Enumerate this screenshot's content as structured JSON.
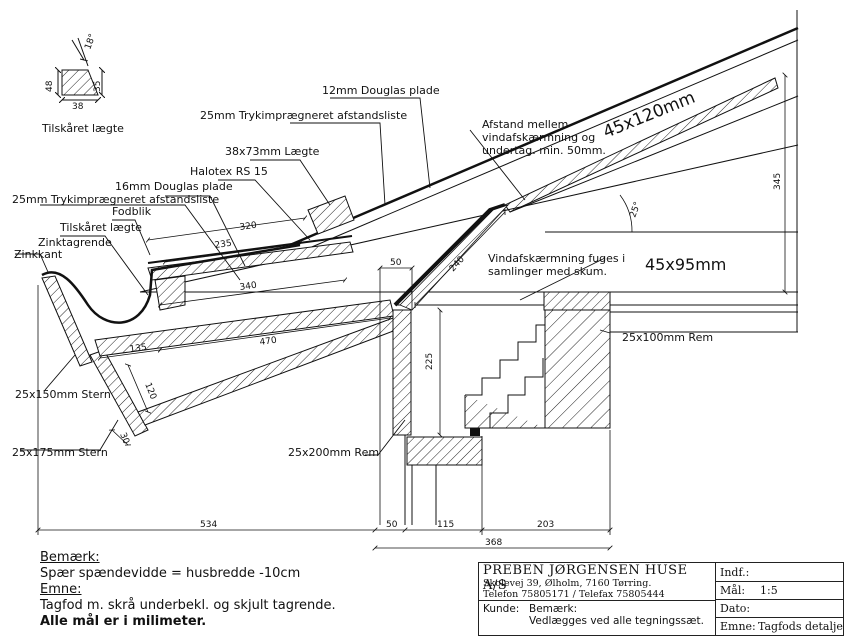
{
  "labels": {
    "cut_batten": "Tilskåret lægte",
    "douglas_12": "12mm Douglas plade",
    "spacer_25_top": "25mm Trykimprægneret afstandsliste",
    "batten_38x73": "38x73mm Lægte",
    "halotex": "Halotex RS 15",
    "douglas_16": "16mm Douglas plade",
    "spacer_25_low": "25mm Trykimprægneret afstandsliste",
    "fodblik": "Fodblik",
    "cut_batten_2": "Tilskåret lægte",
    "zinc_gutter": "Zinktagrende",
    "zinc_edge": "Zinkkant",
    "distance_note_1": "Afstand mellem",
    "distance_note_2": "vindafskærmning og",
    "distance_note_3": "undertag. min. 50mm.",
    "rafter_big": "45x120mm",
    "wind_note_1": "Vindafskærmning fuges i",
    "wind_note_2": "samlinger med skum.",
    "joist_big": "45x95mm",
    "rem_100": "25x100mm Rem",
    "stern_150": "25x150mm Stern",
    "stern_175": "25x175mm Stern",
    "rem_200": "25x200mm Rem"
  },
  "dimensions": {
    "d18deg": "18°",
    "d48": "48",
    "d35": "35",
    "d38": "38",
    "d320": "320",
    "d235": "235",
    "d340": "340",
    "d135": "135",
    "d470": "470",
    "d120": "120",
    "d30": "30",
    "d50": "50",
    "d240": "240",
    "d225": "225",
    "d345": "345",
    "d25deg": "25°",
    "b534": "534",
    "b50": "50",
    "b115": "115",
    "b203": "203",
    "b368": "368"
  },
  "notes": {
    "bemaerk_h": "Bemærk:",
    "bemaerk_t": "Spær spændevidde = husbredde -10cm",
    "emne_h": "Emne:",
    "emne_t": "Tagfod m. skrå underbekl. og skjult tagrende.",
    "mm_note": "Alle mål er i milimeter."
  },
  "title_block": {
    "company": "PREBEN JØRGENSEN HUSE A/S",
    "address": "Skolevej 39, Ølholm, 7160 Tørring.",
    "phone": "Telefon 75805171 / Telefax 75805444",
    "kunde": "Kunde:",
    "bem1": "Bemærk:",
    "bem2": "Vedlægges ved alle tegningssæt.",
    "indf": "Indf.:",
    "maal": "Mål:",
    "maal_val": "1:5",
    "dato": "Dato:",
    "emne": "Emne:",
    "emne_val": "Tagfods detalje"
  }
}
